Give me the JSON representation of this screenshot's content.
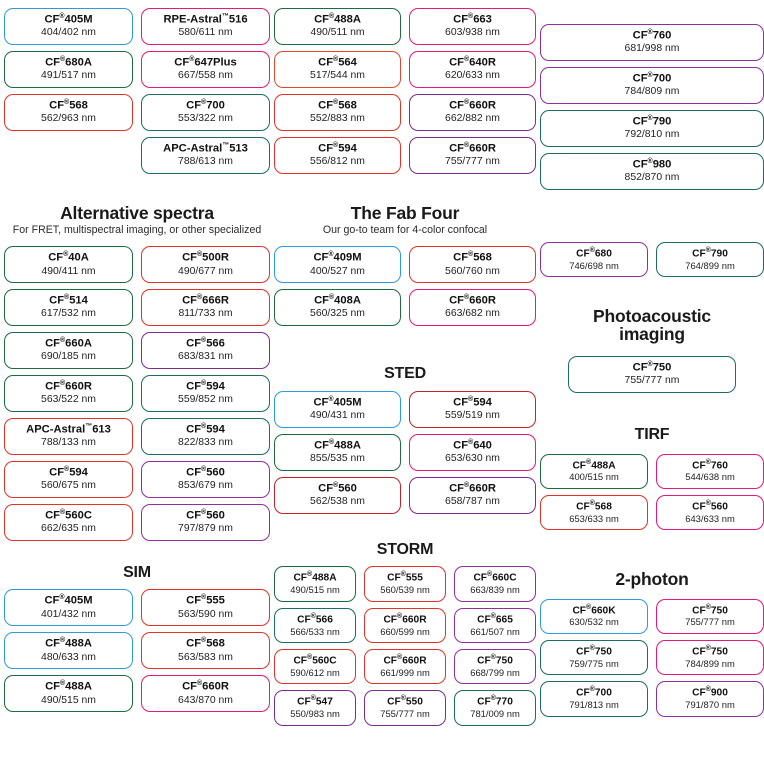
{
  "meta": {
    "reg": "®",
    "nm_unit": "nm"
  },
  "colors": {
    "blue": "#2d9bd6",
    "green": "#1d6b3f",
    "teal": "#1d6b66",
    "red": "#e0342a",
    "orange_red": "#e04a2a",
    "magenta": "#e6197d",
    "pink": "#e52a8a",
    "purple": "#7b2d8e",
    "violet": "#8e2f9e",
    "dark_red": "#c0232b"
  },
  "sections": {
    "top_left": {
      "columns": 2,
      "chips": [
        {
          "name": "CF®405M",
          "wl": "404/402 nm",
          "color": "#2d9bd6"
        },
        {
          "name": "RPE-Astral™516",
          "wl": "580/611 nm",
          "color": "#e6197d"
        },
        {
          "name": "CF®680A",
          "wl": "491/517 nm",
          "color": "#1d6b3f"
        },
        {
          "name": "CF®647Plus",
          "wl": "667/558 nm",
          "color": "#e6197d"
        },
        {
          "name": "CF®568",
          "wl": "562/963 nm",
          "color": "#e0342a"
        },
        {
          "name": "CF®700",
          "wl": "553/322 nm",
          "color": "#1d6b66"
        },
        {
          "name": "",
          "wl": "",
          "color": "none"
        },
        {
          "name": "APC-Astral™513",
          "wl": "788/613 nm",
          "color": "#1d6b66"
        }
      ]
    },
    "top_mid": {
      "columns": 2,
      "chips": [
        {
          "name": "CF®488A",
          "wl": "490/511 nm",
          "color": "#1d6b3f"
        },
        {
          "name": "CF®663",
          "wl": "603/938 nm",
          "color": "#e6197d"
        },
        {
          "name": "CF®564",
          "wl": "517/544 nm",
          "color": "#e04a2a"
        },
        {
          "name": "CF®640R",
          "wl": "620/633 nm",
          "color": "#e6197d"
        },
        {
          "name": "CF®568",
          "wl": "552/883 nm",
          "color": "#e0342a"
        },
        {
          "name": "CF®660R",
          "wl": "662/882 nm",
          "color": "#7b2d8e"
        },
        {
          "name": "CF®594",
          "wl": "556/812 nm",
          "color": "#e0342a"
        },
        {
          "name": "CF®660R",
          "wl": "755/777 nm",
          "color": "#7b2d8e"
        }
      ]
    },
    "top_right": {
      "columns": 1,
      "chips": [
        {
          "name": "CF®760",
          "wl": "681/998 nm",
          "color": "#8e2f9e"
        },
        {
          "name": "CF®700",
          "wl": "784/809 nm",
          "color": "#8e2f9e"
        },
        {
          "name": "CF®790",
          "wl": "792/810 nm",
          "color": "#1d6b66"
        },
        {
          "name": "CF®980",
          "wl": "852/870 nm",
          "color": "#1d6b66"
        }
      ]
    },
    "alternative_spectra": {
      "title": "Alternative spectra",
      "subtitle": "For FRET, multispectral imaging, or other specialized",
      "columns": 2,
      "chips": [
        {
          "name": "CF®40A",
          "wl": "490/411 nm",
          "color": "#1d6b3f"
        },
        {
          "name": "CF®500R",
          "wl": "490/677 nm",
          "color": "#e0342a"
        },
        {
          "name": "CF®514",
          "wl": "617/532 nm",
          "color": "#1d6b3f"
        },
        {
          "name": "CF®666R",
          "wl": "811/733 nm",
          "color": "#e0342a"
        },
        {
          "name": "CF®660A",
          "wl": "690/185 nm",
          "color": "#1d6b3f"
        },
        {
          "name": "CF®566",
          "wl": "683/831 nm",
          "color": "#7b2d8e"
        },
        {
          "name": "CF®660R",
          "wl": "563/522 nm",
          "color": "#1d6b3f"
        },
        {
          "name": "CF®594",
          "wl": "559/852 nm",
          "color": "#1d6b66"
        },
        {
          "name": "APC-Astral™613",
          "wl": "788/133 nm",
          "color": "#e0342a"
        },
        {
          "name": "CF®594",
          "wl": "822/833 nm",
          "color": "#1d6b66"
        },
        {
          "name": "CF®594",
          "wl": "560/675 nm",
          "color": "#e0342a"
        },
        {
          "name": "CF®560",
          "wl": "853/679 nm",
          "color": "#8e2f9e"
        },
        {
          "name": "CF®560C",
          "wl": "662/635 nm",
          "color": "#e0342a"
        },
        {
          "name": "CF®560",
          "wl": "797/879 nm",
          "color": "#8e2f9e"
        }
      ]
    },
    "fab_four": {
      "title": "The Fab Four",
      "subtitle": "Our go-to team for 4-color confocal",
      "columns": 2,
      "chips": [
        {
          "name": "CF®409M",
          "wl": "400/527 nm",
          "color": "#2d9bd6"
        },
        {
          "name": "CF®568",
          "wl": "560/760 nm",
          "color": "#e0342a"
        },
        {
          "name": "CF®408A",
          "wl": "560/325 nm",
          "color": "#1d6b3f"
        },
        {
          "name": "CF®660R",
          "wl": "663/682 nm",
          "color": "#e6197d"
        }
      ]
    },
    "sted": {
      "title": "STED",
      "columns": 2,
      "chips": [
        {
          "name": "CF®405M",
          "wl": "490/431 nm",
          "color": "#2d9bd6"
        },
        {
          "name": "CF®594",
          "wl": "559/519 nm",
          "color": "#c0232b"
        },
        {
          "name": "CF®488A",
          "wl": "855/535 nm",
          "color": "#1d6b3f"
        },
        {
          "name": "CF®640",
          "wl": "653/630 nm",
          "color": "#e6197d"
        },
        {
          "name": "CF®560",
          "wl": "562/538 nm",
          "color": "#c0232b"
        },
        {
          "name": "CF®660R",
          "wl": "658/787 nm",
          "color": "#7b2d8e"
        }
      ]
    },
    "sim": {
      "title": "SIM",
      "columns": 2,
      "chips": [
        {
          "name": "CF®405M",
          "wl": "401/432 nm",
          "color": "#2d9bd6"
        },
        {
          "name": "CF®555",
          "wl": "563/590 nm",
          "color": "#e0342a"
        },
        {
          "name": "CF®488A",
          "wl": "480/633 nm",
          "color": "#2d9bd6"
        },
        {
          "name": "CF®568",
          "wl": "563/583 nm",
          "color": "#e0342a"
        },
        {
          "name": "CF®488A",
          "wl": "490/515 nm",
          "color": "#1d6b3f"
        },
        {
          "name": "CF®660R",
          "wl": "643/870 nm",
          "color": "#e6197d"
        }
      ]
    },
    "storm": {
      "title": "STORM",
      "columns": 3,
      "chips": [
        {
          "name": "CF®488A",
          "wl": "490/515 nm",
          "color": "#1d6b3f"
        },
        {
          "name": "CF®555",
          "wl": "560/539 nm",
          "color": "#e0342a"
        },
        {
          "name": "CF®660C",
          "wl": "663/839 nm",
          "color": "#8e2f9e"
        },
        {
          "name": "CF®566",
          "wl": "566/533 nm",
          "color": "#1d6b66"
        },
        {
          "name": "CF®660R",
          "wl": "660/599 nm",
          "color": "#e0342a"
        },
        {
          "name": "CF®665",
          "wl": "661/507 nm",
          "color": "#8e2f9e"
        },
        {
          "name": "CF®560C",
          "wl": "590/612 nm",
          "color": "#e0342a"
        },
        {
          "name": "CF®660R",
          "wl": "661/999 nm",
          "color": "#e0342a"
        },
        {
          "name": "CF®750",
          "wl": "668/799 nm",
          "color": "#8e2f9e"
        },
        {
          "name": "CF®547",
          "wl": "550/983 nm",
          "color": "#7b2d8e"
        },
        {
          "name": "CF®550",
          "wl": "755/777 nm",
          "color": "#7b2d8e"
        },
        {
          "name": "CF®770",
          "wl": "781/009 nm",
          "color": "#1d6b66"
        }
      ]
    },
    "mid_right_pair": {
      "columns": 2,
      "chips": [
        {
          "name": "CF®680",
          "wl": "746/698 nm",
          "color": "#8e2f9e"
        },
        {
          "name": "CF®790",
          "wl": "764/899 nm",
          "color": "#1d6b66"
        }
      ]
    },
    "photoacoustic": {
      "title_line1": "Photoacoustic",
      "title_line2": "imaging",
      "columns": 1,
      "chips": [
        {
          "name": "CF®750",
          "wl": "755/777 nm",
          "color": "#1d6b66"
        }
      ]
    },
    "tirf": {
      "title": "TIRF",
      "columns": 2,
      "chips": [
        {
          "name": "CF®488A",
          "wl": "400/515 nm",
          "color": "#1d6b3f"
        },
        {
          "name": "CF®760",
          "wl": "544/638 nm",
          "color": "#e6197d"
        },
        {
          "name": "CF®568",
          "wl": "653/633 nm",
          "color": "#e0342a"
        },
        {
          "name": "CF®560",
          "wl": "643/633 nm",
          "color": "#e6197d"
        }
      ]
    },
    "two_photon": {
      "title": "2-photon",
      "columns": 2,
      "chips": [
        {
          "name": "CF®660K",
          "wl": "630/532 nm",
          "color": "#2d9bd6"
        },
        {
          "name": "CF®750",
          "wl": "755/777 nm",
          "color": "#e6197d"
        },
        {
          "name": "CF®750",
          "wl": "759/775 nm",
          "color": "#1d6b66"
        },
        {
          "name": "CF®750",
          "wl": "784/899 nm",
          "color": "#e6197d"
        },
        {
          "name": "CF®700",
          "wl": "791/813 nm",
          "color": "#1d6b66"
        },
        {
          "name": "CF®900",
          "wl": "791/870 nm",
          "color": "#8e2f9e"
        }
      ]
    }
  }
}
